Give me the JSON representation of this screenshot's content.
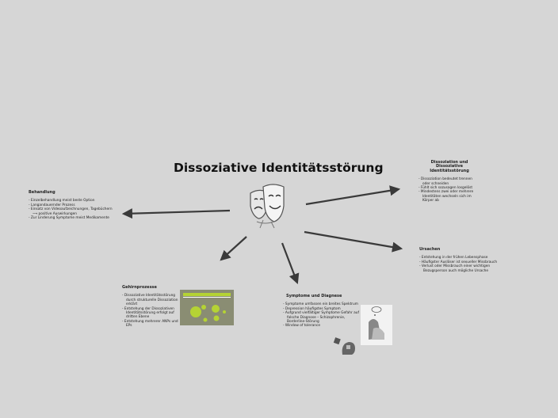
{
  "title": "Dissoziative Identitätsstörung",
  "central_image_icon": "theater-masks-icon",
  "nodes": {
    "behandlung": {
      "heading": "Behandlung",
      "items": [
        "Einzelbehandlung meist beste Option",
        "Langandauernder Prozess",
        "Einsatz von Videoaufzeichnungen, Tagebüchern ⟶ positive Auswirkungen",
        "Zur Linderung Symptome meist Medikamente"
      ]
    },
    "dissoziation": {
      "heading": "Dissoziation und Dissoziative Identitätsstörung",
      "items": [
        "Dissoziation bedeutet trennen oder schneiden",
        "Fühlt sich sozusagen losgelöst",
        "Mindestens zwei oder mehrere Identitäten wechseln sich im Körper ab"
      ]
    },
    "ursachen": {
      "heading": "Ursachen",
      "items": [
        "Entstehung in der frühen Lebensphase",
        "Häufigster Auslöser ist sexueller Missbrauch",
        "Verlust oder Missbrauch einer wichtigen Bezugsperson auch mögliche Ursache"
      ]
    },
    "gehirnprozesse": {
      "heading": "Gehirnprozesse",
      "items": [
        "Dissoziative Identitätsstörung durch strukturelle Dissoziation erklärt",
        "Entstehung der Dissoziativen Identitätsstörung erfolgt auf dritten Ebene",
        "Entstehung mehrerer ANPs und EPs"
      ]
    },
    "symptome": {
      "heading": "Symptome und Diagnese",
      "items": [
        "Symptome umfassen ein breites Spektrum",
        "Depression häufigstes Symptom",
        "Aufgrund vielfältiger Symptome Gefahr auf falsche Diagnose – Schizophrenie, Borderline-Störung",
        "Window of tolerance"
      ]
    }
  },
  "colors": {
    "background": "#d6d6d6",
    "arrow": "#3a3a3a",
    "slide_bg": "#8a8d73",
    "slide_accent": "#b5d334"
  }
}
